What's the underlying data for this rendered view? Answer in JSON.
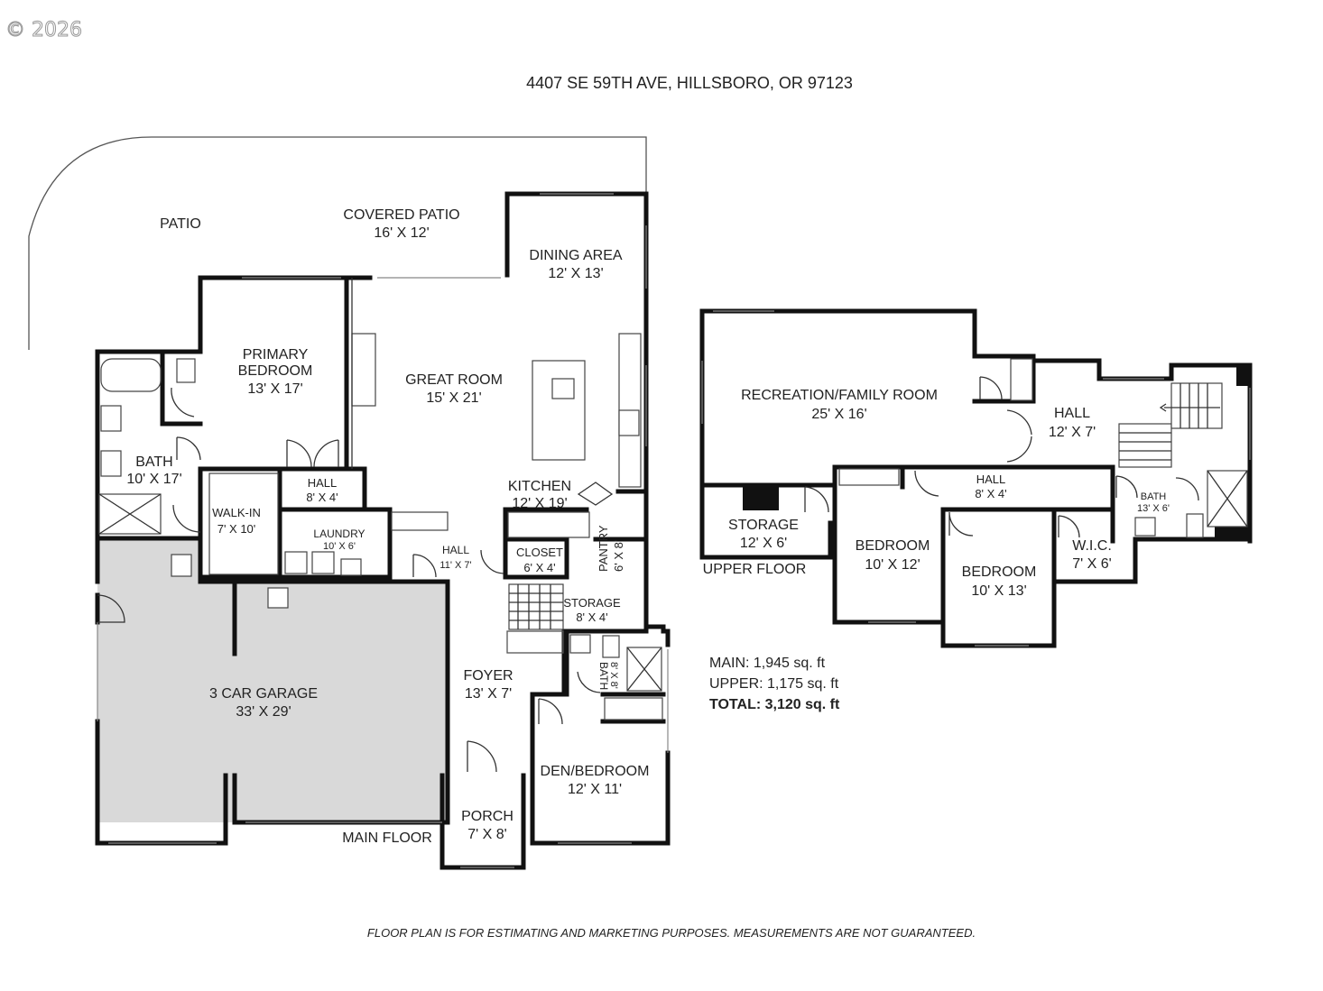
{
  "copyright": "© 2026",
  "address": "4407 SE 59TH AVE, HILLSBORO, OR 97123",
  "disclaimer": "FLOOR PLAN IS FOR ESTIMATING AND MARKETING PURPOSES. MEASUREMENTS ARE NOT GUARANTEED.",
  "floors": {
    "main": "MAIN FLOOR",
    "upper": "UPPER FLOOR"
  },
  "areas": {
    "main": "MAIN: 1,945 sq. ft",
    "upper": "UPPER: 1,175 sq. ft",
    "total": "TOTAL: 3,120 sq. ft"
  },
  "rooms": {
    "patio": {
      "name": "PATIO"
    },
    "covered_patio": {
      "name": "COVERED PATIO",
      "size": "16' X 12'"
    },
    "dining": {
      "name": "DINING AREA",
      "size": "12' X 13'"
    },
    "primary_bedroom": {
      "name1": "PRIMARY",
      "name2": "BEDROOM",
      "size": "13' X 17'"
    },
    "great_room": {
      "name": "GREAT ROOM",
      "size": "15' X 21'"
    },
    "bath_main": {
      "name": "BATH",
      "size": "10' X 17'"
    },
    "hall_a": {
      "name": "HALL",
      "size": "8' X 4'"
    },
    "walkin": {
      "name": "WALK-IN",
      "size": "7' X 10'"
    },
    "laundry": {
      "name": "LAUNDRY",
      "size": "10' X 6'"
    },
    "kitchen": {
      "name": "KITCHEN",
      "size": "12' X 19'"
    },
    "hall_b": {
      "name": "HALL",
      "size": "11' X 7'"
    },
    "closet": {
      "name": "CLOSET",
      "size": "6' X 4'"
    },
    "pantry": {
      "name": "PANTRY",
      "size": "6' X 8'"
    },
    "storage_main": {
      "name": "STORAGE",
      "size": "8' X 4'"
    },
    "bath_small": {
      "name": "BATH",
      "size": "8' X 8'"
    },
    "garage": {
      "name": "3 CAR GARAGE",
      "size": "33' X 29'"
    },
    "foyer": {
      "name": "FOYER",
      "size": "13' X 7'"
    },
    "den": {
      "name": "DEN/BEDROOM",
      "size": "12' X 11'"
    },
    "porch": {
      "name": "PORCH",
      "size": "7' X 8'"
    },
    "rec_room": {
      "name": "RECREATION/FAMILY ROOM",
      "size": "25' X 16'"
    },
    "hall_up": {
      "name": "HALL",
      "size": "12' X 7'"
    },
    "hall_up2": {
      "name": "HALL",
      "size": "8' X 4'"
    },
    "bath_up": {
      "name": "BATH",
      "size": "13' X 6'"
    },
    "storage_up": {
      "name": "STORAGE",
      "size": "12' X 6'"
    },
    "bedroom1": {
      "name": "BEDROOM",
      "size": "10' X 12'"
    },
    "bedroom2": {
      "name": "BEDROOM",
      "size": "10' X 13'"
    },
    "wic": {
      "name": "W.I.C.",
      "size": "7' X 6'"
    }
  },
  "colors": {
    "garage_fill": "#d9d9d9",
    "wall": "#111111",
    "background": "#ffffff"
  }
}
